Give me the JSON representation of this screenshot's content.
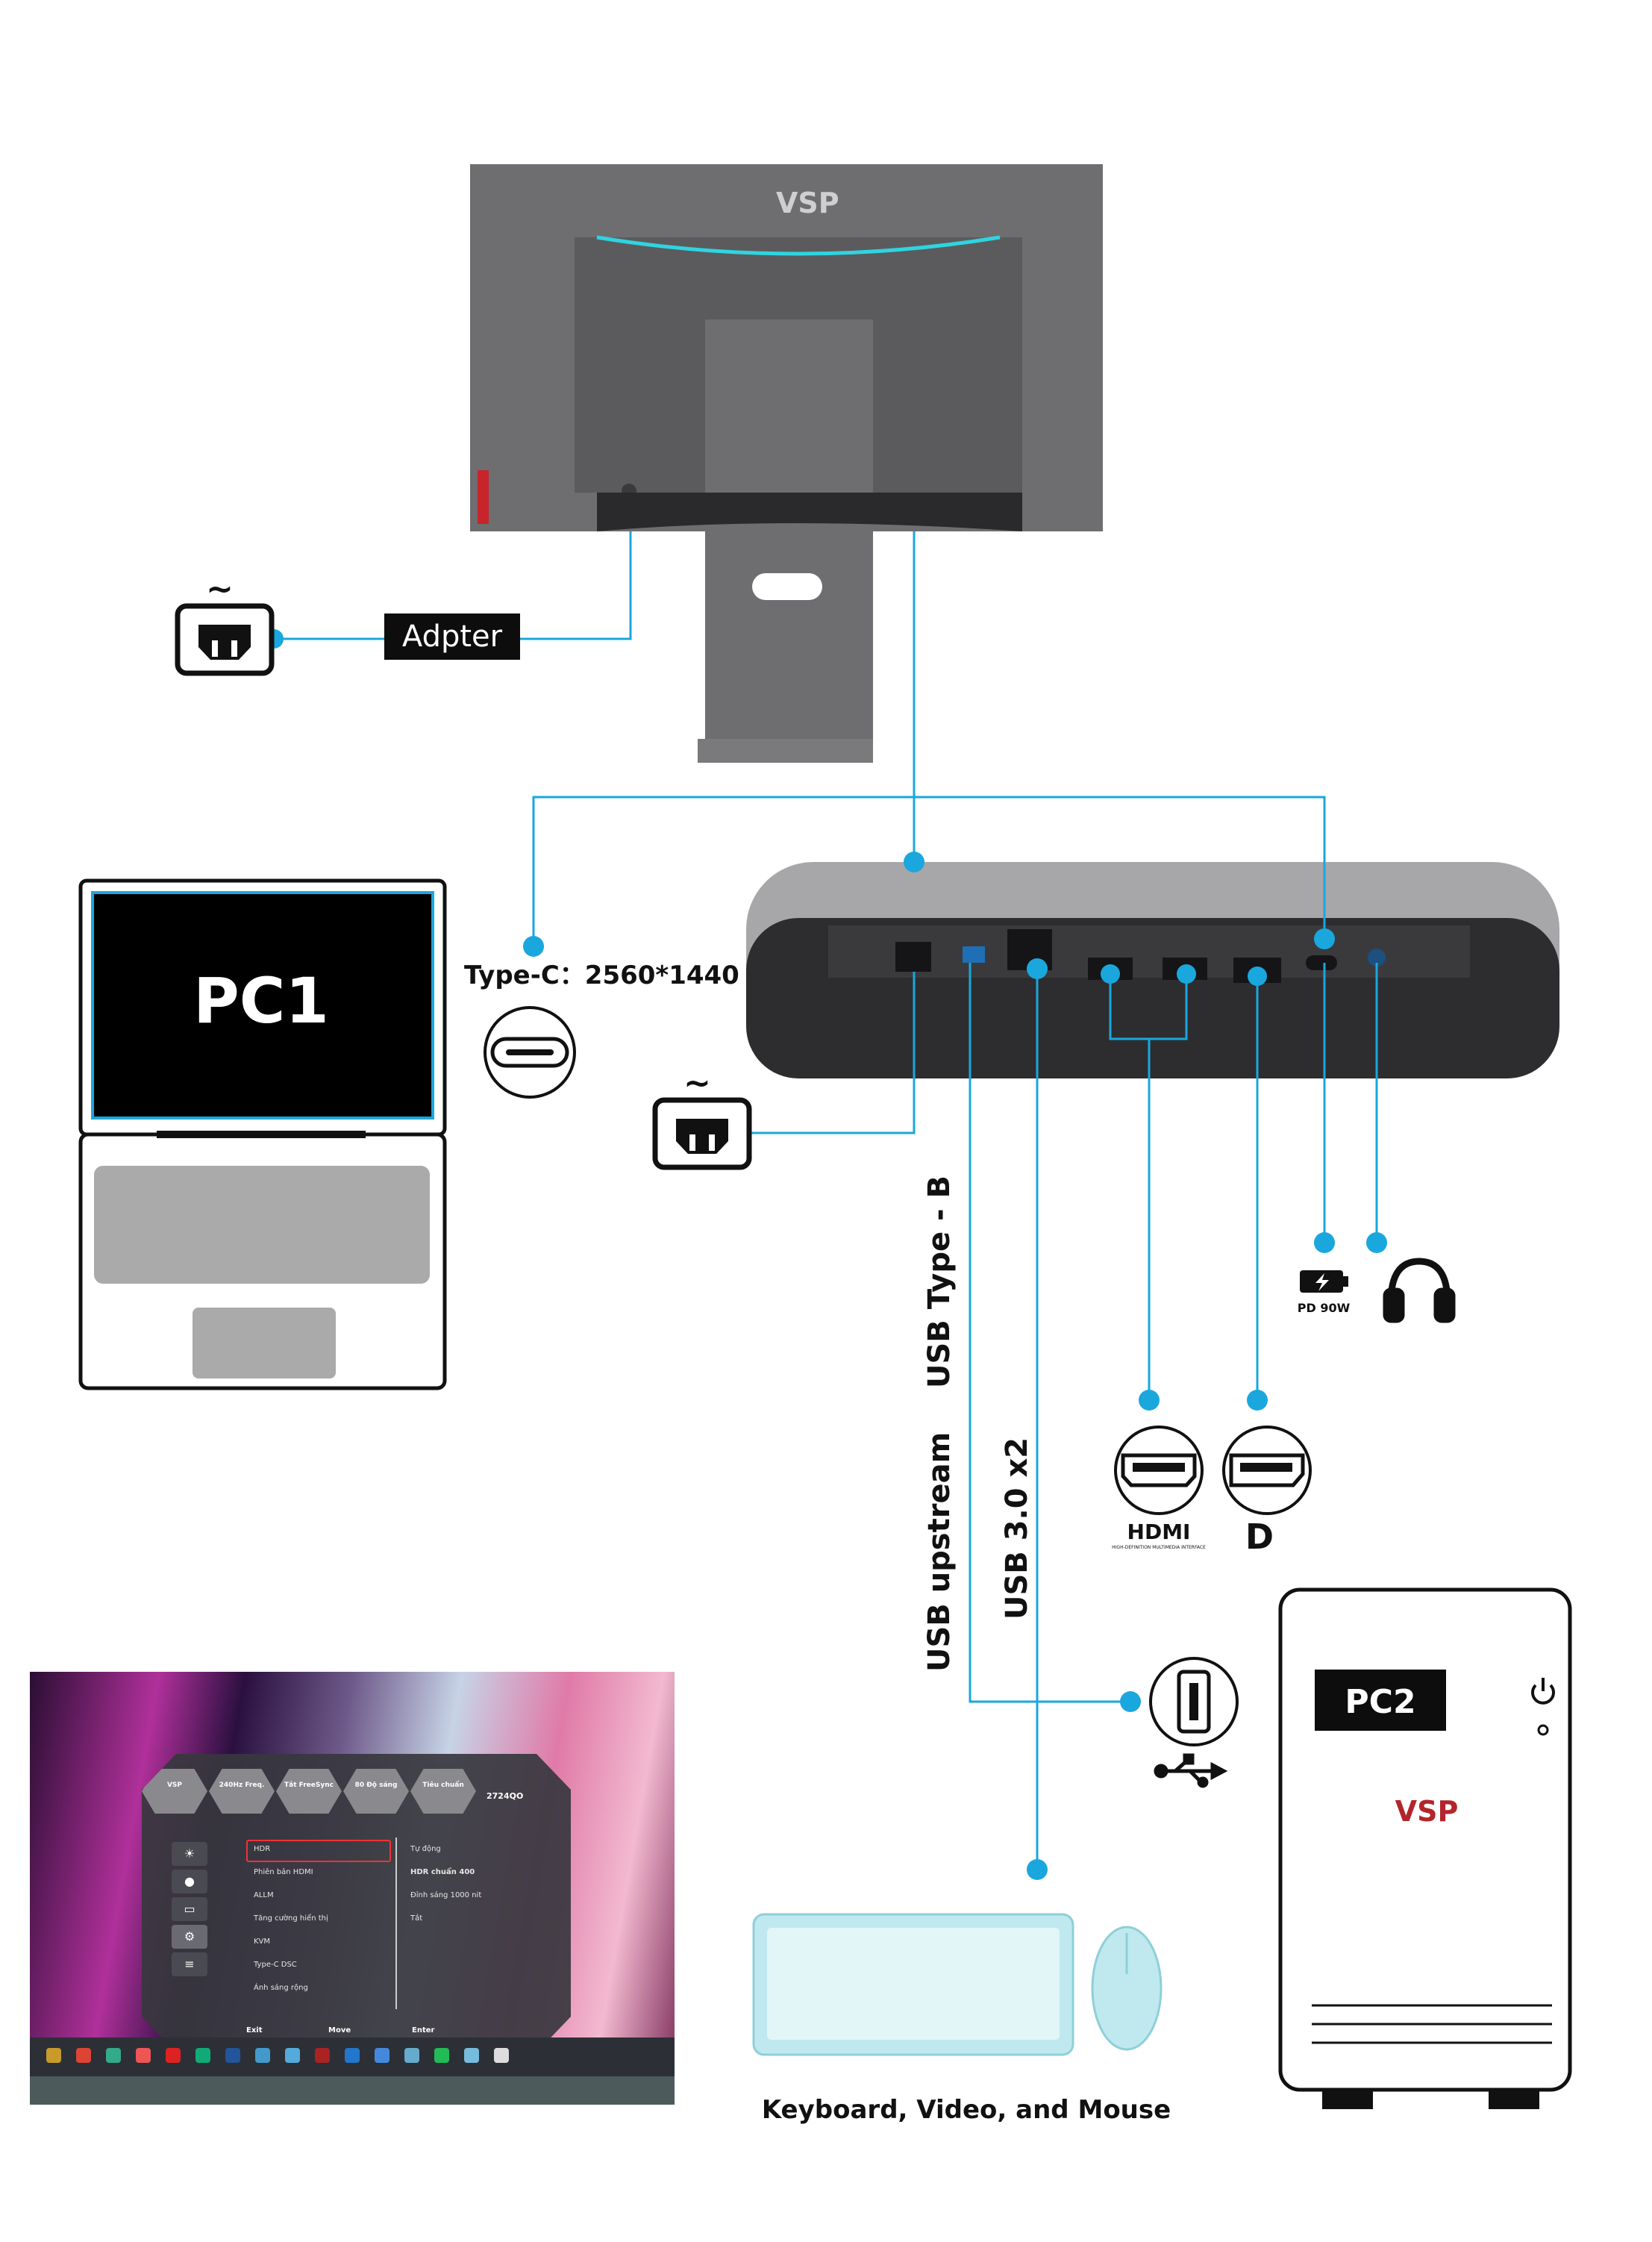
{
  "labels": {
    "adapter": "Adpter",
    "pc1": "PC1",
    "pc2": "PC2",
    "type_c": "Type-C：2560*1440",
    "usb_type_b": "USB Type - B",
    "usb_upstream": "USB upstream",
    "usb_3": "USB 3.0 x2",
    "pd": "PD 90W",
    "kvm": "Keyboard, Video, and Mouse"
  },
  "brand": {
    "logo": "VSP",
    "hdmi": "HDMI",
    "hdmi_sub": "HIGH-DEFINITION MULTIMEDIA INTERFACE",
    "dp": "D"
  },
  "osd": {
    "tabs": [
      "240Hz Freq.",
      "Tắt FreeSync",
      "80 Độ sáng",
      "Tiêu chuẩn"
    ],
    "model": "2724QO",
    "menu": [
      "HDR",
      "Phiên bản HDMI",
      "ALLM",
      "Tăng cường hiển thị",
      "KVM",
      "Type-C DSC",
      "Ánh sáng rộng"
    ],
    "values": [
      "Tự động",
      "HDR chuẩn 400",
      "Đỉnh sáng 1000 nit",
      "Tắt"
    ],
    "footer": [
      "Exit",
      "Move",
      "Enter"
    ]
  },
  "colors": {
    "line": "#1aa7dd",
    "dot": "#1aa7dd",
    "brand_red": "#b3252b",
    "monitor_gray": "#6b6b6d"
  }
}
